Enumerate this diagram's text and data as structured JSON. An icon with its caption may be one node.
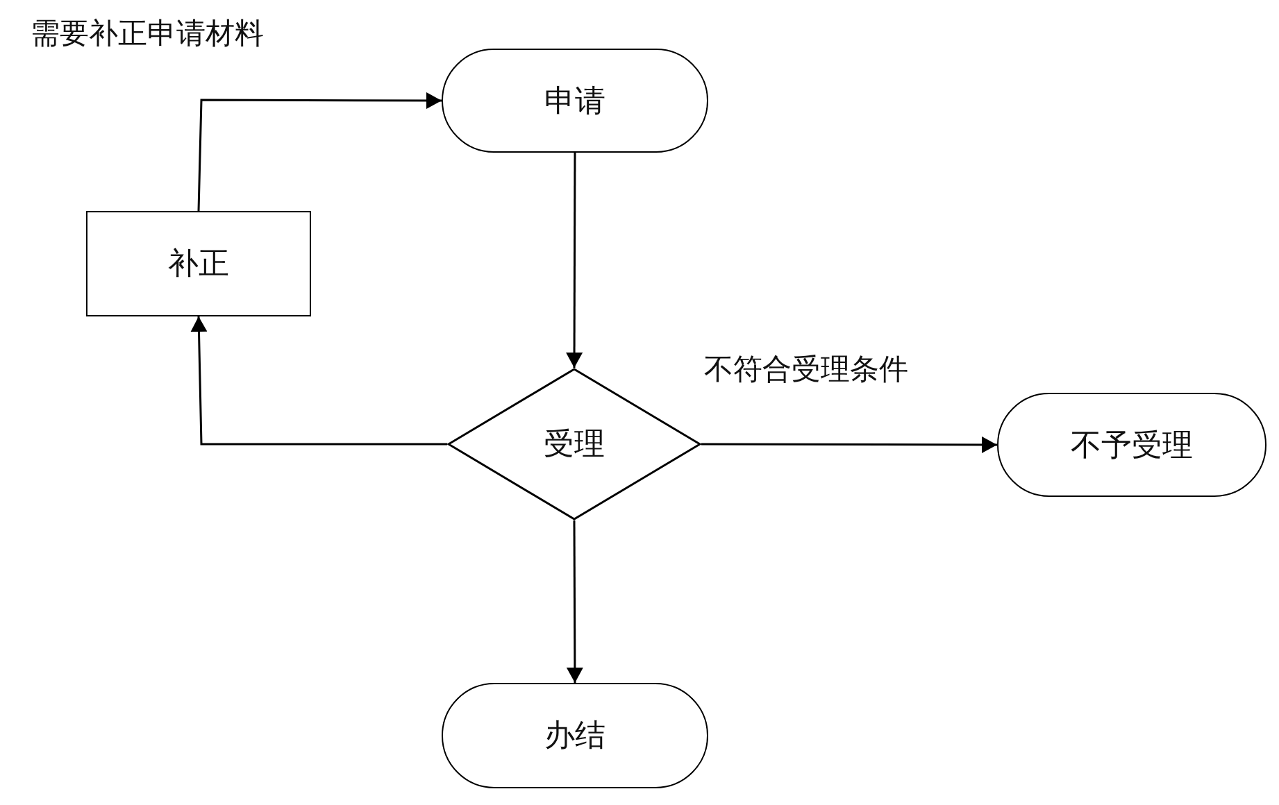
{
  "diagram": {
    "nodes": [
      {
        "text": [
          "申请"
        ]
      },
      {
        "text": [
          "补正"
        ]
      },
      {
        "text": [
          "受理"
        ]
      },
      {
        "text": [
          "不予受理"
        ]
      },
      {
        "text": [
          "办结"
        ]
      }
    ],
    "edges": [
      {
        "from": 0,
        "to": 2,
        "arrow": "to"
      },
      {
        "from": 2,
        "to": 1,
        "arrow": "to"
      },
      {
        "from": 1,
        "to": 0,
        "arrow": "to"
      },
      {
        "from": 2,
        "to": 3,
        "arrow": "to",
        "label": "不符合受理条件"
      },
      {
        "from": 2,
        "to": 4,
        "arrow": "to"
      }
    ],
    "labels": [
      "需要补正申请材料"
    ]
  }
}
